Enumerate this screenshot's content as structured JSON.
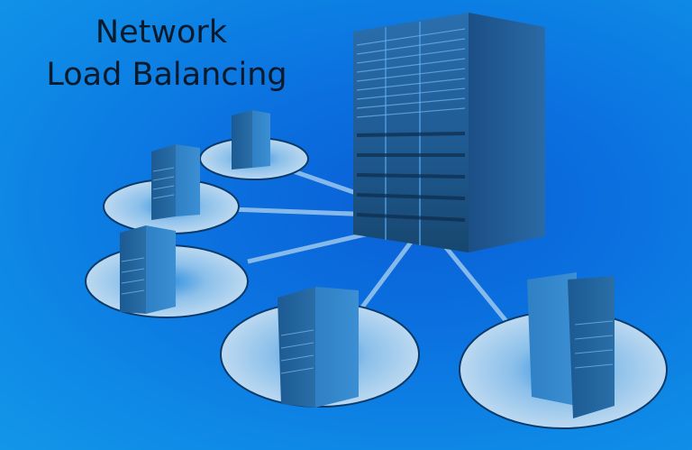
{
  "title": {
    "line1": "Network",
    "line2": "Load Balancing"
  },
  "colors": {
    "background": "#0b73e0",
    "background_light": "#1396e8",
    "title_text": "#0a1a2a",
    "server_body": "#2a78b8",
    "server_dark": "#1a4a78",
    "platform": "#b8d6ee",
    "link_line": "#9cc8ee"
  },
  "diagram": {
    "central_node": "rack-server-cluster",
    "client_nodes": [
      "server-1",
      "server-2",
      "server-3",
      "server-4",
      "server-5"
    ],
    "connections": 5
  }
}
